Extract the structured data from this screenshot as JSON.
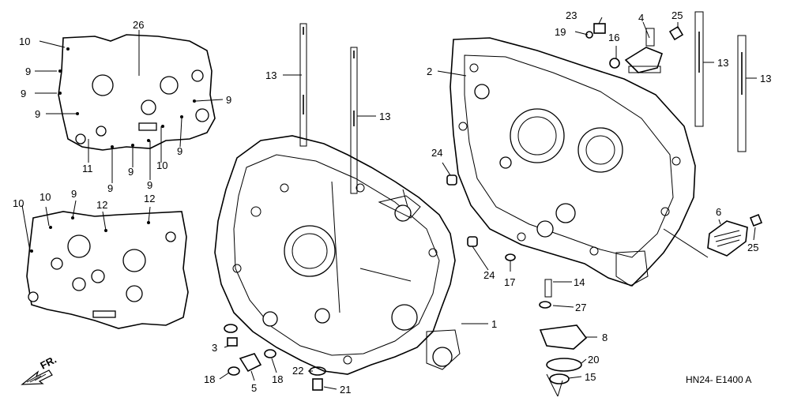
{
  "callouts": {
    "c1": "1",
    "c2": "2",
    "c3": "3",
    "c4": "4",
    "c5": "5",
    "c6": "6",
    "c8": "8",
    "c9": "9",
    "c10": "10",
    "c11": "11",
    "c12": "12",
    "c13": "13",
    "c14": "14",
    "c15": "15",
    "c16": "16",
    "c17": "17",
    "c18": "18",
    "c19": "19",
    "c20": "20",
    "c21": "21",
    "c22": "22",
    "c23": "23",
    "c24": "24",
    "c25": "25",
    "c26": "26",
    "c27": "27"
  },
  "direction_label": "FR.",
  "diagram_code": "HN24- E1400 A"
}
